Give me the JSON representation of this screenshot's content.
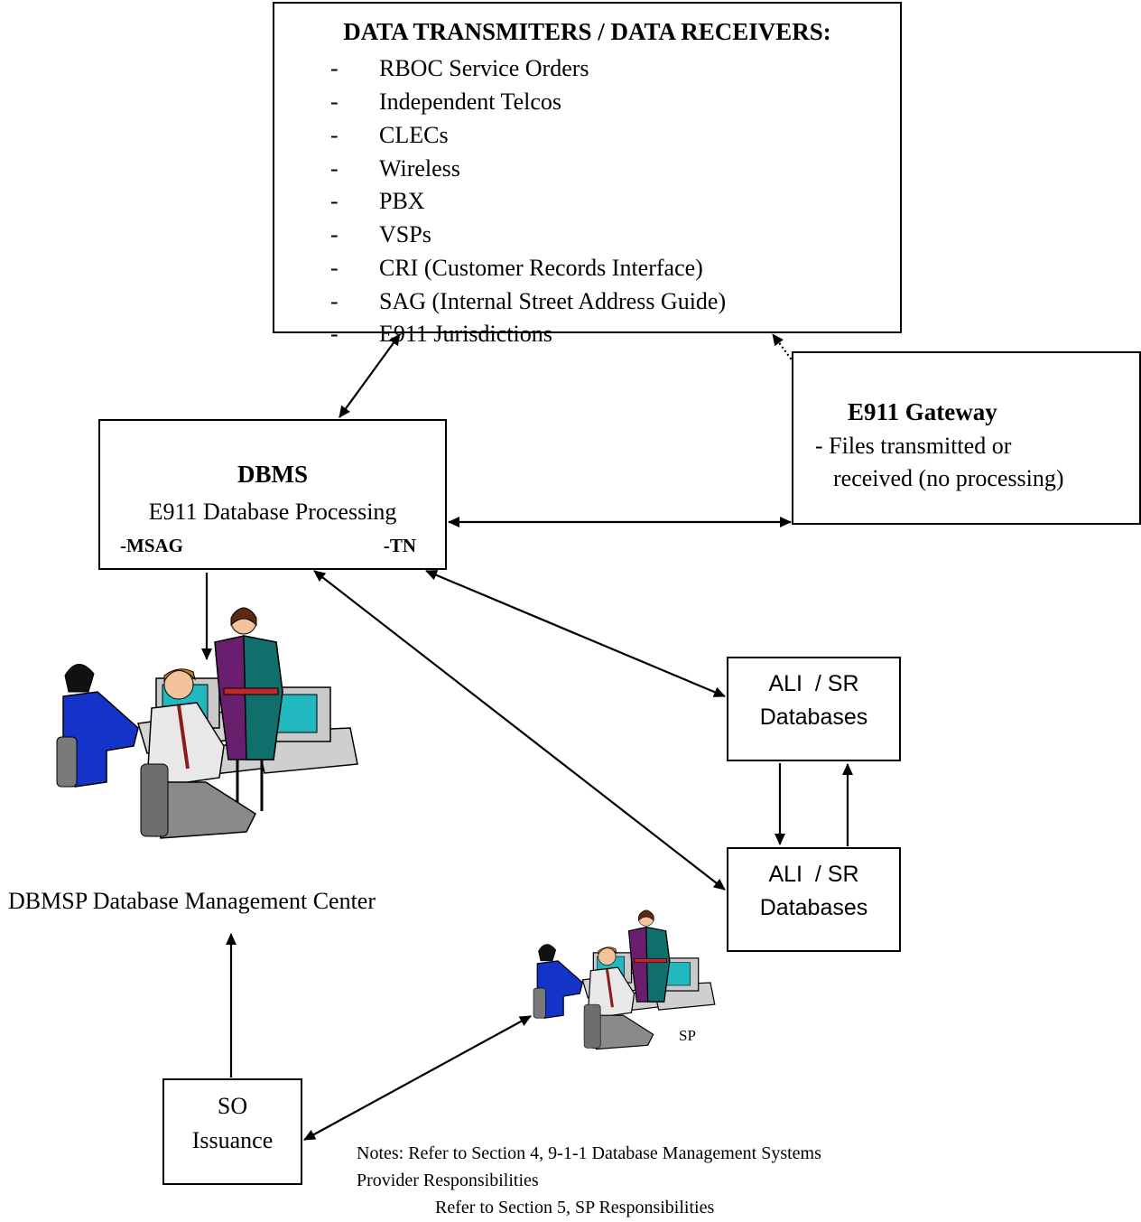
{
  "transmitters": {
    "title": "DATA TRANSMITERS / DATA RECEIVERS:",
    "items": [
      "RBOC Service Orders",
      "Independent Telcos",
      "CLECs",
      "Wireless",
      "PBX",
      "VSPs",
      "CRI (Customer Records Interface)",
      "SAG (Internal Street Address Guide)",
      "E911 Jurisdictions"
    ]
  },
  "dbms": {
    "title": "DBMS",
    "subtitle": "E911 Database Processing",
    "left_tag": "-MSAG",
    "right_tag": "-TN"
  },
  "gateway": {
    "title": "E911 Gateway",
    "line1": "- Files transmitted or",
    "line2": "received (no processing)"
  },
  "ali_primary": {
    "line1": "ALI  / SR",
    "line2": "Databases"
  },
  "ali_secondary": {
    "line1": "ALI  / SR",
    "line2": "Databases"
  },
  "center_label": "DBMSP Database Management Center",
  "sp_label": "SP",
  "so": {
    "line1": "SO",
    "line2": "Issuance"
  },
  "notes": {
    "line1": "Notes:  Refer to Section 4, 9-1-1 Database Management Systems",
    "line2": "Provider Responsibilities",
    "line3": "Refer to Section 5, SP Responsibilities"
  },
  "colors": {
    "woman_purple": "#6a1f6e",
    "woman_teal": "#0f6f6a",
    "blue_shirt": "#1433c8",
    "skin": "#f3c49c",
    "monitor_screen": "#21b8c0",
    "monitor_gray": "#c9c9c9"
  }
}
